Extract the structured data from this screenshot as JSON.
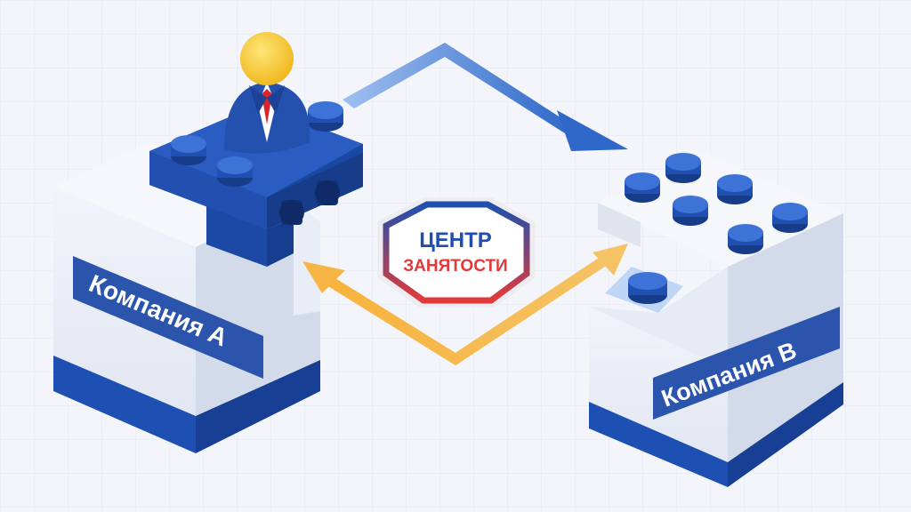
{
  "diagram": {
    "company_a": {
      "label": "Компания А"
    },
    "company_b": {
      "label": "Компания В"
    },
    "employment_center": {
      "line1": "ЦЕНТР",
      "line2": "ЗАНЯТОСТИ"
    }
  },
  "colors": {
    "brick_blue": "#1f4fae",
    "brick_dark": "#163c8a",
    "block_face": "#e8ecf6",
    "block_side": "#cfd6e8",
    "block_stripe": "#1e50b4",
    "label_bg": "#2b54ad",
    "arrow_blue": "#3f7ad6",
    "arrow_orange": "#f6b545",
    "logo_blue": "#1f4fae",
    "logo_red": "#e23a3a",
    "head_yellow": "#f4c323",
    "tie_red": "#d8262c"
  },
  "icons": [
    "person-icon",
    "blue-arrow-icon",
    "orange-arrow-icon",
    "employment-center-logo"
  ]
}
